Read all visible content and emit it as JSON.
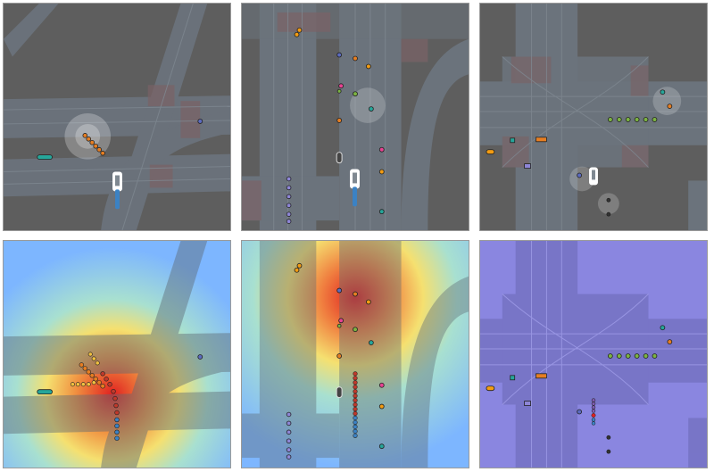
{
  "figure": {
    "panels": [
      {
        "id": "a-top",
        "row": "top",
        "scene": "a",
        "overlay": "none",
        "state": "agents-only"
      },
      {
        "id": "b-top",
        "row": "top",
        "scene": "b",
        "overlay": "none",
        "state": "agents-only"
      },
      {
        "id": "c-top",
        "row": "top",
        "scene": "c",
        "overlay": "none",
        "state": "agents-only"
      },
      {
        "id": "a-bottom",
        "row": "bottom",
        "scene": "a",
        "overlay": "heatmap",
        "state": "with-ego-trajectory"
      },
      {
        "id": "b-bottom",
        "row": "bottom",
        "scene": "b",
        "overlay": "heatmap",
        "state": "with-ego-trajectory"
      },
      {
        "id": "c-bottom",
        "row": "bottom",
        "scene": "c",
        "overlay": "uniform-purple",
        "state": "with-ego-trajectory"
      }
    ],
    "colors": {
      "background": "#5e5e5e",
      "road": "#6b737c",
      "lane_line": "#7f8891",
      "crosswalk": "#7a6266",
      "ego_vehicle": "#ffffff",
      "ego_path": "#3b82c4",
      "heat_low": "#6fb7ff",
      "heat_high": "#e02020",
      "uniform_overlay": "#8a86e0"
    },
    "agent_colors": [
      "#f39c12",
      "#e67e22",
      "#8e44ad",
      "#e84393",
      "#7cb342",
      "#26a69a",
      "#2c6fbb"
    ]
  }
}
